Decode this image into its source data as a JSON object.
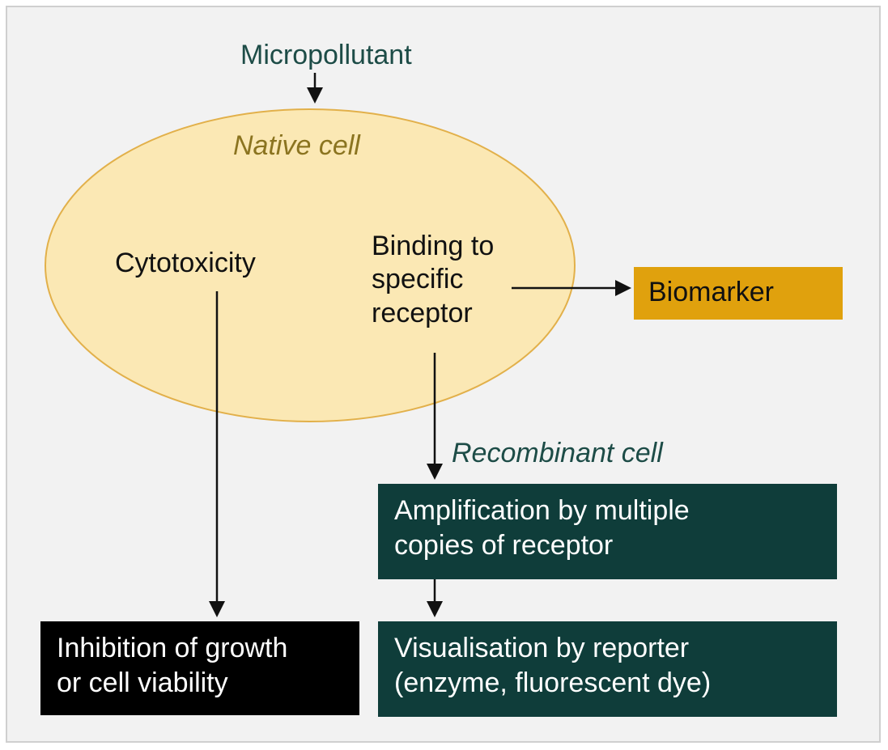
{
  "micropollutant": "Micropollutant",
  "native_cell": "Native cell",
  "cytotoxicity": "Cytotoxicity",
  "binding": [
    "Binding to",
    "specific",
    "receptor"
  ],
  "biomarker": "Biomarker",
  "recombinant_cell": "Recombinant cell",
  "amplification": [
    "Amplification by multiple",
    "copies of receptor"
  ],
  "inhibition": [
    "Inhibition of growth",
    "or cell viability"
  ],
  "visualisation": [
    "Visualisation by reporter",
    "(enzyme, fluorescent dye)"
  ],
  "colors": {
    "cell_fill": "#fbe8b4",
    "cell_stroke": "#e2b04a",
    "teal_box": "#0f3d3a",
    "black_box": "#000000",
    "orange_box": "#e0a10d",
    "teal_text": "#1d4c47",
    "gold_text": "#8b7420"
  }
}
